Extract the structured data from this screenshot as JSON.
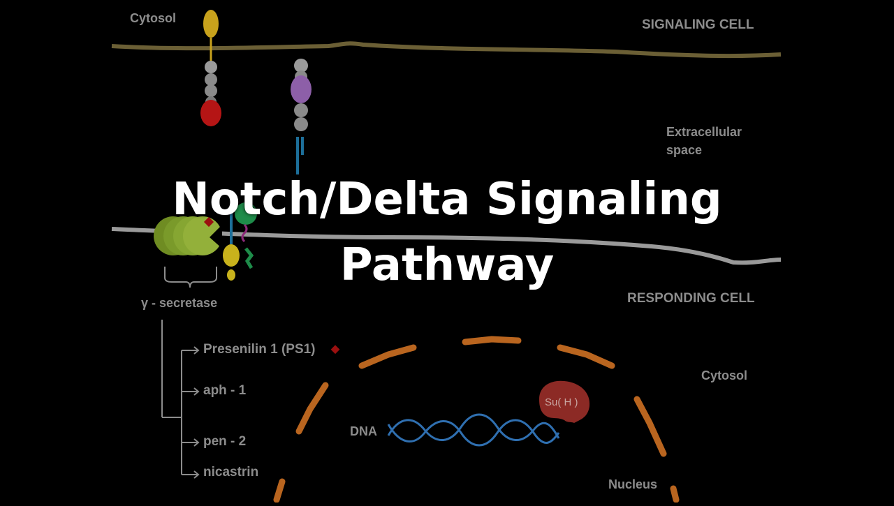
{
  "title": {
    "line1": "Notch/Delta Signaling",
    "line2": "Pathway"
  },
  "labels": {
    "cytosol_top": "Cytosol",
    "signaling_cell": "SIGNALING CELL",
    "extracellular_1": "Extracellular",
    "extracellular_2": "space",
    "responding_cell": "RESPONDING CELL",
    "gamma_secretase": "γ - secretase",
    "cytosol_bottom": "Cytosol",
    "dna": "DNA",
    "nucleus": "Nucleus",
    "su_h": "Su( H )"
  },
  "secretase_components": [
    "Presenilin 1 (PS1)",
    "aph - 1",
    "pen - 2",
    "nicastrin"
  ],
  "colors": {
    "background": "#000000",
    "signaling_membrane": "#6b5f35",
    "responding_membrane": "#9a9a9a",
    "delta_ligand_top": "#c8a21c",
    "delta_red": "#b51515",
    "notch_purple": "#8d5fa8",
    "notch_blue": "#1d6f9a",
    "secretase_green": "#7a9a2a",
    "presenilin_marker": "#9b1010",
    "nuclear_envelope": "#b9651f",
    "dna_blue": "#2f6fb0",
    "su_h_red": "#8c2a25"
  }
}
